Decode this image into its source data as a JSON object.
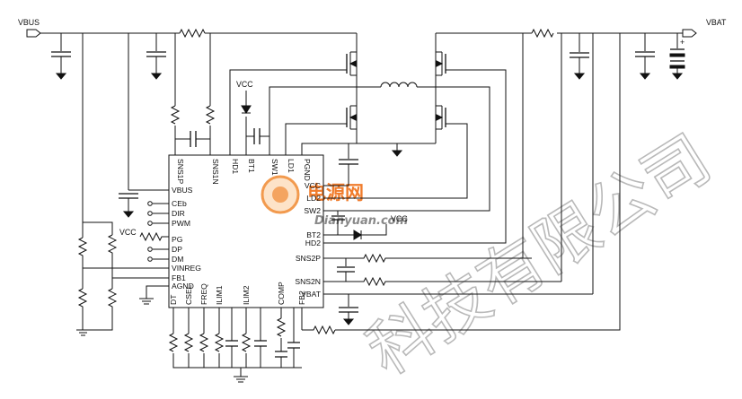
{
  "nets": {
    "vbus": "VBUS",
    "vbat": "VBAT",
    "vcc": "VCC"
  },
  "ic": {
    "top_pins": [
      "SNS1P",
      "SNS1N",
      "HD1",
      "BT1",
      "SW1",
      "LD1",
      "PGND"
    ],
    "left_pins": [
      "VBUS",
      "CEb",
      "DIR",
      "PWM",
      "PG",
      "DP",
      "DM",
      "VINREG",
      "FB1",
      "AGND"
    ],
    "right_pins": [
      "VCC",
      "LD2",
      "SW2",
      "BT2",
      "HD2",
      "SNS2P",
      "SNS2N",
      "VBAT"
    ],
    "bottom_pins": [
      "DT",
      "CSEL",
      "FREQ",
      "ILIM1",
      "ILIM2",
      "COMP",
      "FB2"
    ]
  },
  "watermark": {
    "logo_text": "电源网",
    "url_text": "Dianyuan.com",
    "background_text": "科技有限公司"
  }
}
